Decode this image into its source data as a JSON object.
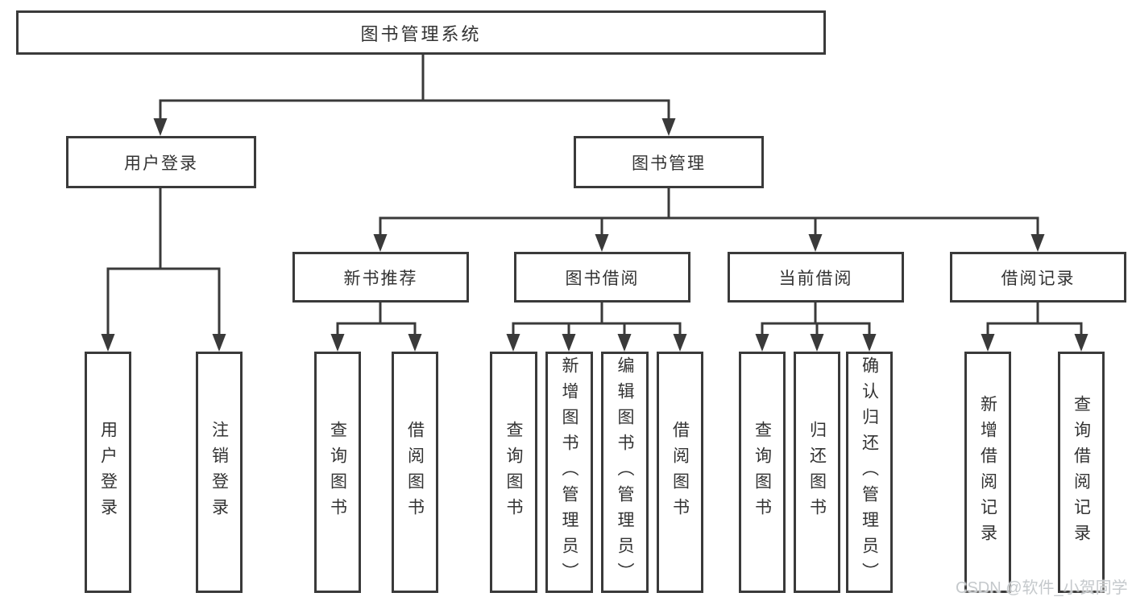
{
  "tree": {
    "label": "图书管理系统",
    "children": [
      {
        "label": "用户登录",
        "children": [
          {
            "label": "用户登录"
          },
          {
            "label": "注销登录"
          }
        ]
      },
      {
        "label": "图书管理",
        "children": [
          {
            "label": "新书推荐",
            "children": [
              {
                "label": "查询图书"
              },
              {
                "label": "借阅图书"
              }
            ]
          },
          {
            "label": "图书借阅",
            "children": [
              {
                "label": "查询图书"
              },
              {
                "label": "新增图书（管理员）"
              },
              {
                "label": "编辑图书（管理员）"
              },
              {
                "label": "借阅图书"
              }
            ]
          },
          {
            "label": "当前借阅",
            "children": [
              {
                "label": "查询图书"
              },
              {
                "label": "归还图书"
              },
              {
                "label": "确认归还（管理员）"
              }
            ]
          },
          {
            "label": "借阅记录",
            "children": [
              {
                "label": "新增借阅记录"
              },
              {
                "label": "查询借阅记录"
              }
            ]
          }
        ]
      }
    ]
  },
  "watermark": {
    "text": "CSDN @软件_小贺同学"
  },
  "colors": {
    "line": "#3a3a3a",
    "box_border": "#3a3a3a",
    "box_background": "#ffffff",
    "text": "#333333",
    "watermark": "#c5c9cc"
  }
}
